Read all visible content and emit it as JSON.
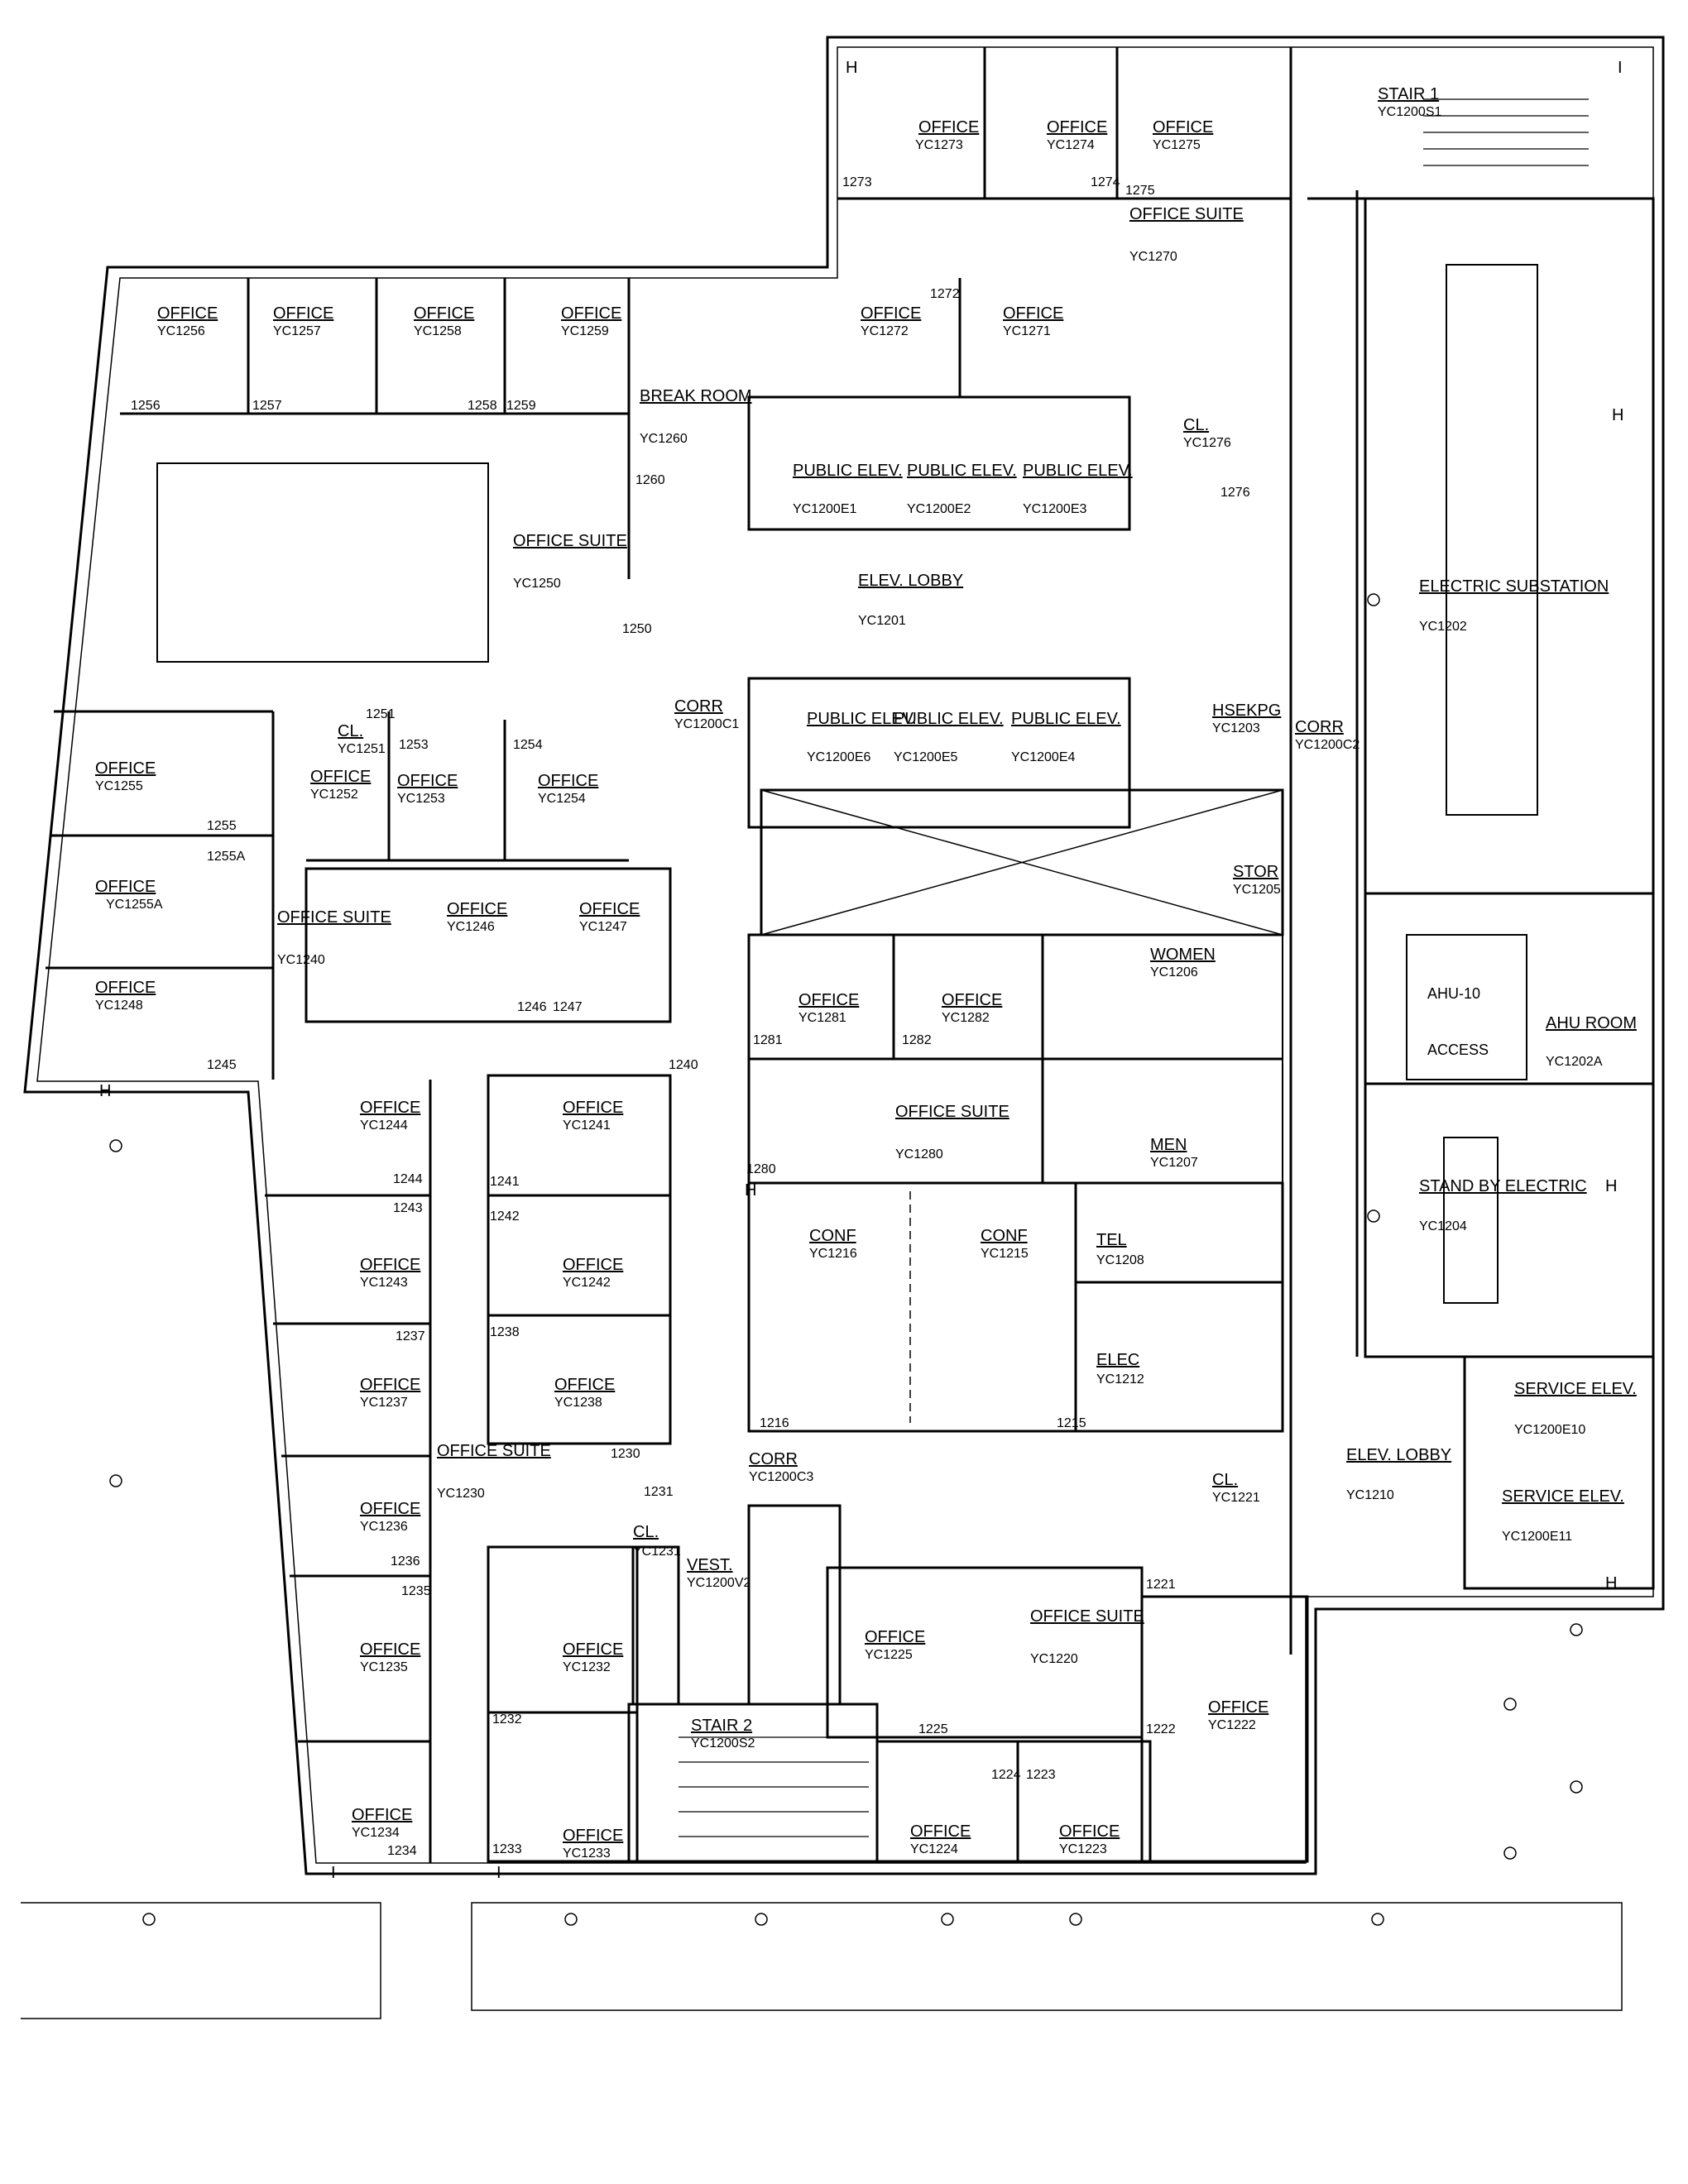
{
  "rooms": [
    {
      "label": "OFFICE",
      "id": "YC1273"
    },
    {
      "label": "OFFICE",
      "id": "YC1274"
    },
    {
      "label": "OFFICE",
      "id": "YC1275"
    },
    {
      "label": "STAIR 1",
      "id": "YC1200S1"
    },
    {
      "label": "OFFICE SUITE",
      "id": "YC1270"
    },
    {
      "label": "OFFICE",
      "id": "YC1256"
    },
    {
      "label": "OFFICE",
      "id": "YC1257"
    },
    {
      "label": "OFFICE",
      "id": "YC1258"
    },
    {
      "label": "OFFICE",
      "id": "YC1259"
    },
    {
      "label": "BREAK ROOM",
      "id": "YC1260"
    },
    {
      "label": "OFFICE",
      "id": "YC1272"
    },
    {
      "label": "OFFICE",
      "id": "YC1271"
    },
    {
      "label": "CL.",
      "id": "YC1276"
    },
    {
      "label": "PUBLIC ELEV.",
      "id": "YC1200E1"
    },
    {
      "label": "PUBLIC ELEV.",
      "id": "YC1200E2"
    },
    {
      "label": "PUBLIC ELEV.",
      "id": "YC1200E3"
    },
    {
      "label": "OFFICE SUITE",
      "id": "YC1250"
    },
    {
      "label": "ELEV. LOBBY",
      "id": "YC1201"
    },
    {
      "label": "ELECTRIC SUBSTATION",
      "id": "YC1202"
    },
    {
      "label": "CORR",
      "id": "YC1200C1"
    },
    {
      "label": "PUBLIC ELEV.",
      "id": "YC1200E6"
    },
    {
      "label": "PUBLIC ELEV.",
      "id": "YC1200E5"
    },
    {
      "label": "PUBLIC ELEV.",
      "id": "YC1200E4"
    },
    {
      "label": "HSEKPG",
      "id": "YC1203"
    },
    {
      "label": "CORR",
      "id": "YC1200C2"
    },
    {
      "label": "CL.",
      "id": "YC1251"
    },
    {
      "label": "OFFICE",
      "id": "YC1252"
    },
    {
      "label": "OFFICE",
      "id": "YC1253"
    },
    {
      "label": "OFFICE",
      "id": "YC1254"
    },
    {
      "label": "OFFICE",
      "id": "YC1255"
    },
    {
      "label": "OFFICE",
      "id": "YC1255A"
    },
    {
      "label": "STOR",
      "id": "YC1205"
    },
    {
      "label": "OFFICE SUITE",
      "id": "YC1240"
    },
    {
      "label": "OFFICE",
      "id": "YC1246"
    },
    {
      "label": "OFFICE",
      "id": "YC1247"
    },
    {
      "label": "WOMEN",
      "id": "YC1206"
    },
    {
      "label": "OFFICE",
      "id": "YC1248"
    },
    {
      "label": "OFFICE",
      "id": "YC1281"
    },
    {
      "label": "OFFICE",
      "id": "YC1282"
    },
    {
      "label": "AHU ROOM",
      "id": "YC1202A"
    },
    {
      "label": "OFFICE",
      "id": "YC1244"
    },
    {
      "label": "OFFICE",
      "id": "YC1241"
    },
    {
      "label": "OFFICE SUITE",
      "id": "YC1280"
    },
    {
      "label": "MEN",
      "id": "YC1207"
    },
    {
      "label": "CONF",
      "id": "YC1216"
    },
    {
      "label": "CONF",
      "id": "YC1215"
    },
    {
      "label": "TEL",
      "id": "YC1208"
    },
    {
      "label": "STAND BY ELECTRIC",
      "id": "YC1204"
    },
    {
      "label": "OFFICE",
      "id": "YC1243"
    },
    {
      "label": "OFFICE",
      "id": "YC1242"
    },
    {
      "label": "OFFICE",
      "id": "YC1237"
    },
    {
      "label": "OFFICE",
      "id": "YC1238"
    },
    {
      "label": "ELEC",
      "id": "YC1212"
    },
    {
      "label": "SERVICE ELEV.",
      "id": "YC1200E10"
    },
    {
      "label": "OFFICE SUITE",
      "id": "YC1230"
    },
    {
      "label": "CORR",
      "id": "YC1200C3"
    },
    {
      "label": "ELEV. LOBBY",
      "id": "YC1210"
    },
    {
      "label": "CL.",
      "id": "YC1221"
    },
    {
      "label": "SERVICE ELEV.",
      "id": "YC1200E11"
    },
    {
      "label": "OFFICE",
      "id": "YC1236"
    },
    {
      "label": "CL.",
      "id": "YC1231"
    },
    {
      "label": "VEST.",
      "id": "YC1200V2"
    },
    {
      "label": "OFFICE",
      "id": "YC1225"
    },
    {
      "label": "OFFICE SUITE",
      "id": "YC1220"
    },
    {
      "label": "OFFICE",
      "id": "YC1235"
    },
    {
      "label": "OFFICE",
      "id": "YC1232"
    },
    {
      "label": "OFFICE",
      "id": "YC1222"
    },
    {
      "label": "STAIR 2",
      "id": "YC1200S2"
    },
    {
      "label": "OFFICE",
      "id": "YC1234"
    },
    {
      "label": "OFFICE",
      "id": "YC1233"
    },
    {
      "label": "OFFICE",
      "id": "YC1224"
    },
    {
      "label": "OFFICE",
      "id": "YC1223"
    }
  ],
  "door_numbers": [
    "1273",
    "1274",
    "1275",
    "1272",
    "1256",
    "1257",
    "1258",
    "1259",
    "1260",
    "1276",
    "1250",
    "1251",
    "1253",
    "1254",
    "1255",
    "1255A",
    "1245",
    "1240",
    "1246",
    "1247",
    "1281",
    "1282",
    "1280",
    "1244",
    "1243",
    "1241",
    "1242",
    "1237",
    "1238",
    "1216",
    "1215",
    "1230",
    "1231",
    "1236",
    "1235",
    "1221",
    "1232",
    "1233",
    "1234",
    "1225",
    "1224",
    "1223",
    "1222"
  ],
  "equipment": {
    "ahu": "AHU-10",
    "access": "ACCESS"
  },
  "stair_markers": [
    "H",
    "I"
  ]
}
